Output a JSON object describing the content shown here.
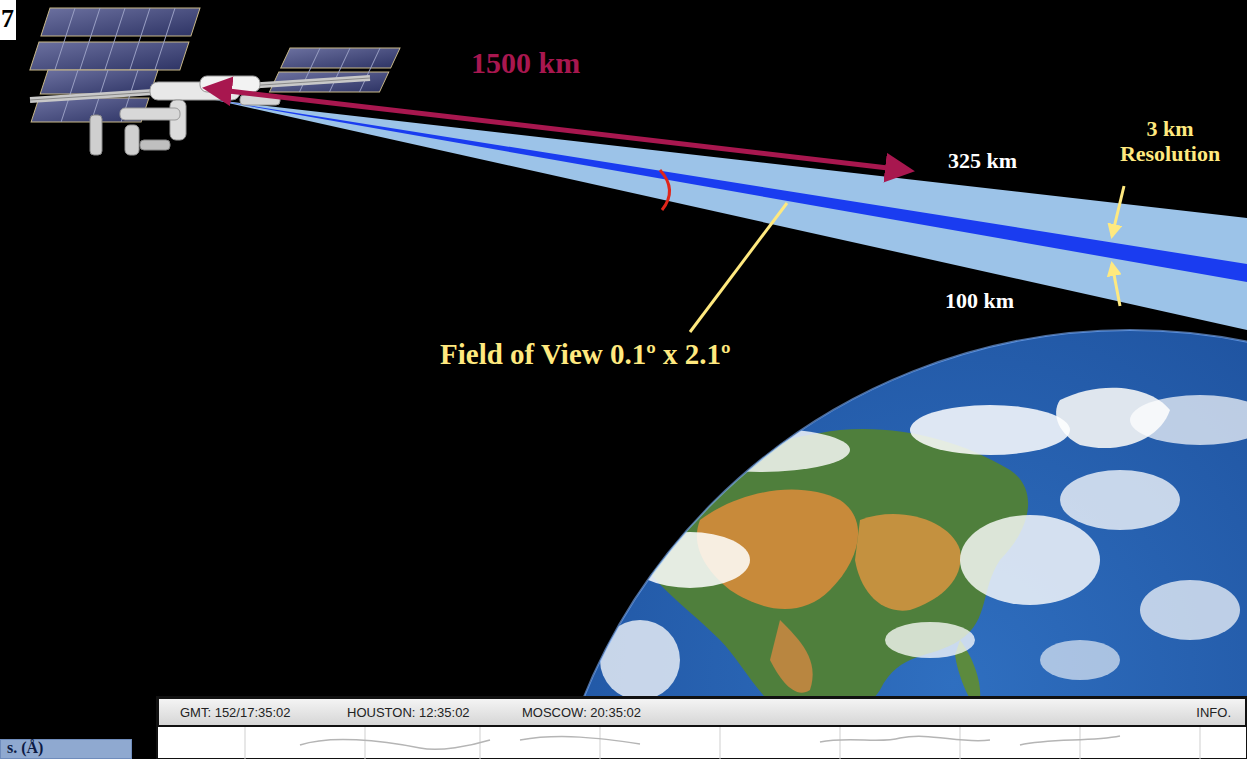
{
  "diagram": {
    "nodes": [
      {
        "text": [
          "GMT: 152/17:35:02",
          "HOUSTON: 12:35:02",
          "MOSCOW: 20:35:02",
          "INFO."
        ]
      },
      {
        "text": [
          "s. (Å)"
        ]
      }
    ],
    "labels": [
      "7",
      "1500 km",
      "325 km",
      "3 km Resolution",
      "100 km",
      "Field of View 0.1º x 2.1º"
    ]
  }
}
